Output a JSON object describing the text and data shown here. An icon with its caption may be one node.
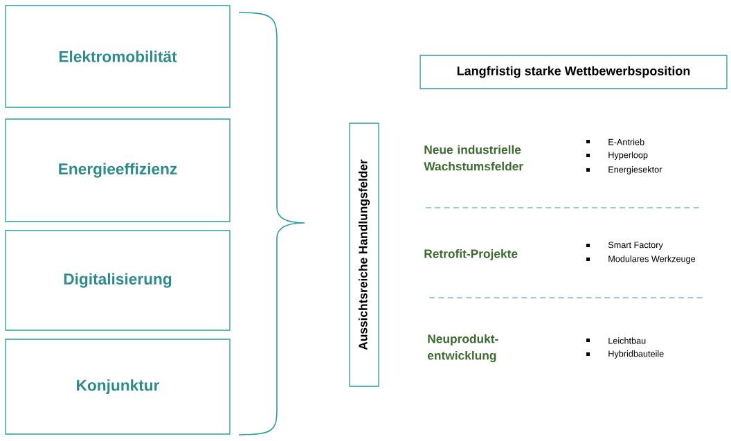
{
  "diagram": {
    "nodes": [
      {
        "text": [
          "Elektromobilität"
        ]
      },
      {
        "text": [
          "Energieeffizienz"
        ]
      },
      {
        "text": [
          "Digitalisierung"
        ]
      },
      {
        "text": [
          "Konjunktur"
        ]
      },
      {
        "text": [
          "Aussichtsreiche Handlungsfelder"
        ]
      },
      {
        "text": [
          "Langfristig starke Wettbewerbsposition"
        ]
      }
    ],
    "labels": [
      "Neue industrielle Wachstumsfelder",
      "E-Antrieb",
      "Hyperloop",
      "Energiesektor",
      "Retrofit-Projekte",
      "Smart Factory",
      "Modulares Werkzeuge",
      "Neuprodukt-entwicklung",
      "Leichtbau",
      "Hybridbauteile"
    ]
  }
}
